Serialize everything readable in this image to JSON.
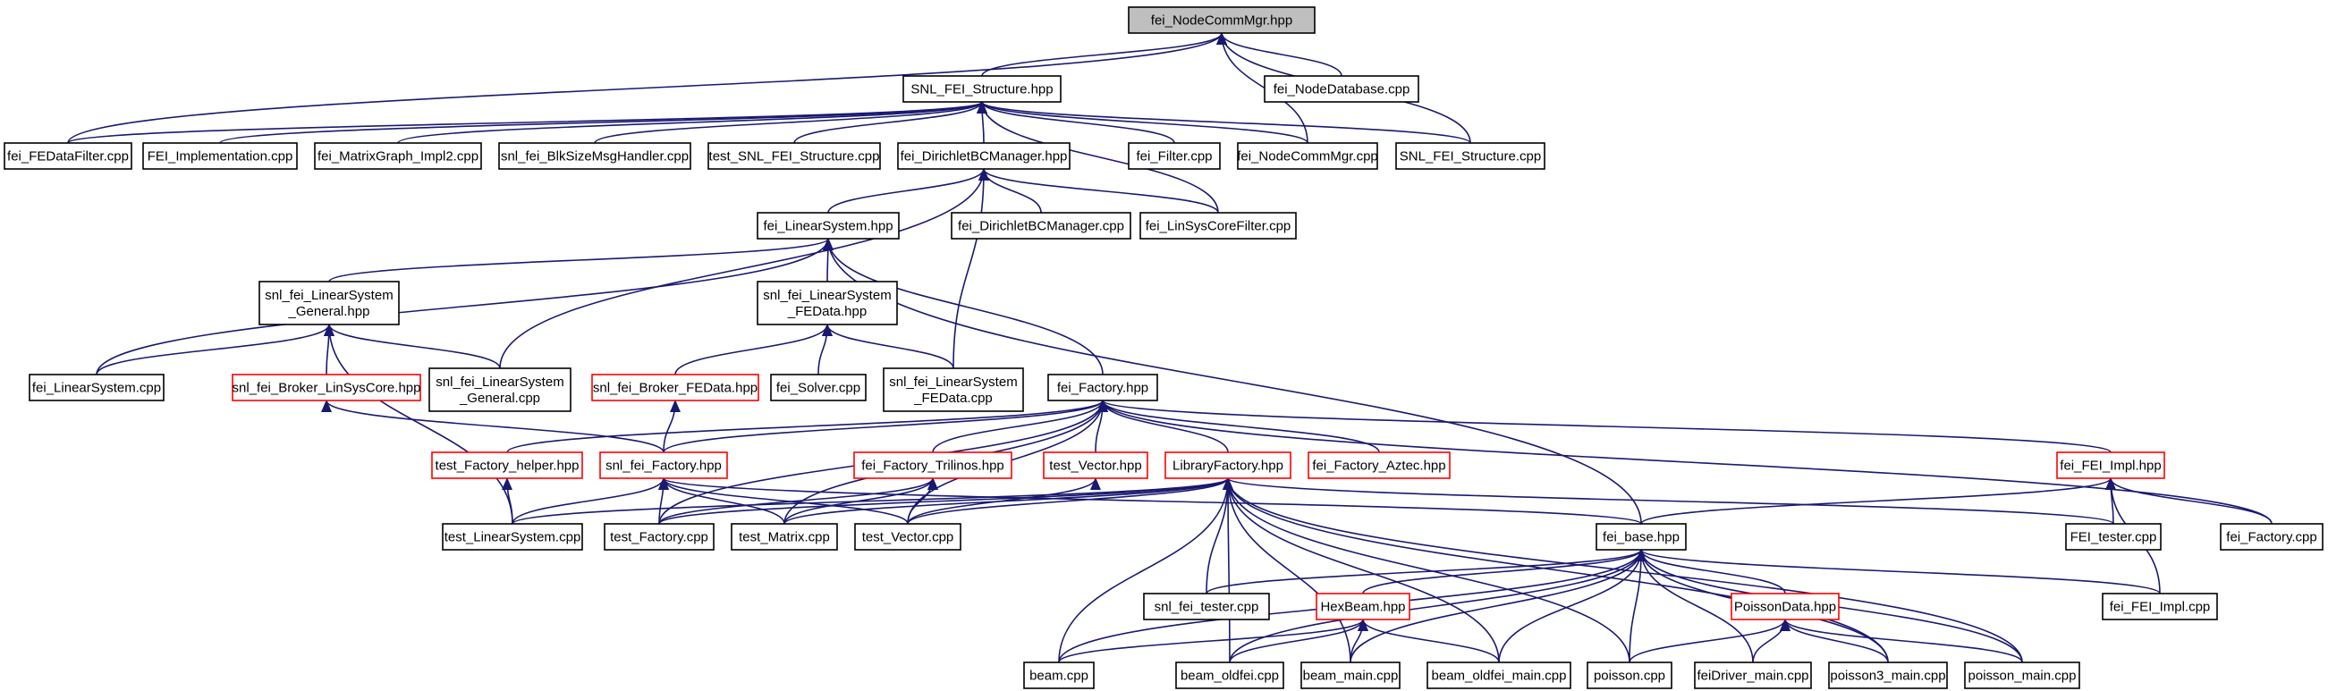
{
  "colors": {
    "edge": "#191970",
    "root_fill": "#bfbfbf",
    "node_border": "#000000",
    "incomplete_node_border": "#ff0000",
    "background": "#ffffff"
  },
  "nodes": [
    {
      "id": "n_root",
      "lines": [
        "fei_NodeCommMgr.hpp"
      ],
      "root": true
    },
    {
      "id": "n_snl_structure_hpp",
      "lines": [
        "SNL_FEI_Structure.hpp"
      ]
    },
    {
      "id": "n_nodedatabase_cpp",
      "lines": [
        "fei_NodeDatabase.cpp"
      ]
    },
    {
      "id": "n_fedatafilter_cpp",
      "lines": [
        "fei_FEDataFilter.cpp"
      ]
    },
    {
      "id": "n_implementation_cpp",
      "lines": [
        "FEI_Implementation.cpp"
      ]
    },
    {
      "id": "n_matrixgraph_impl2_cpp",
      "lines": [
        "fei_MatrixGraph_Impl2.cpp"
      ]
    },
    {
      "id": "n_blksizemsghandler_cpp",
      "lines": [
        "snl_fei_BlkSizeMsgHandler.cpp"
      ]
    },
    {
      "id": "n_test_snl_structure_cpp",
      "lines": [
        "test_SNL_FEI_Structure.cpp"
      ]
    },
    {
      "id": "n_dirichletbcmanager_hpp",
      "lines": [
        "fei_DirichletBCManager.hpp"
      ]
    },
    {
      "id": "n_filter_cpp",
      "lines": [
        "fei_Filter.cpp"
      ]
    },
    {
      "id": "n_nodecommmgr_cpp",
      "lines": [
        "fei_NodeCommMgr.cpp"
      ]
    },
    {
      "id": "n_snl_structure_cpp",
      "lines": [
        "SNL_FEI_Structure.cpp"
      ]
    },
    {
      "id": "n_linearsystem_hpp",
      "lines": [
        "fei_LinearSystem.hpp"
      ]
    },
    {
      "id": "n_dirichletbcmanager_cpp",
      "lines": [
        "fei_DirichletBCManager.cpp"
      ]
    },
    {
      "id": "n_linsyscorefilter_cpp",
      "lines": [
        "fei_LinSysCoreFilter.cpp"
      ]
    },
    {
      "id": "n_snl_ls_general_hpp",
      "lines": [
        "snl_fei_LinearSystem",
        "_General.hpp"
      ]
    },
    {
      "id": "n_snl_ls_fedata_hpp",
      "lines": [
        "snl_fei_LinearSystem",
        "_FEData.hpp"
      ]
    },
    {
      "id": "n_linearsystem_cpp",
      "lines": [
        "fei_LinearSystem.cpp"
      ]
    },
    {
      "id": "n_broker_linsyscore_hpp",
      "lines": [
        "snl_fei_Broker_LinSysCore.hpp"
      ],
      "red": true
    },
    {
      "id": "n_snl_ls_general_cpp",
      "lines": [
        "snl_fei_LinearSystem",
        "_General.cpp"
      ]
    },
    {
      "id": "n_broker_fedata_hpp",
      "lines": [
        "snl_fei_Broker_FEData.hpp"
      ],
      "red": true
    },
    {
      "id": "n_solver_cpp",
      "lines": [
        "fei_Solver.cpp"
      ]
    },
    {
      "id": "n_snl_ls_fedata_cpp",
      "lines": [
        "snl_fei_LinearSystem",
        "_FEData.cpp"
      ]
    },
    {
      "id": "n_factory_hpp",
      "lines": [
        "fei_Factory.hpp"
      ]
    },
    {
      "id": "n_test_factory_helper_hpp",
      "lines": [
        "test_Factory_helper.hpp"
      ],
      "red": true
    },
    {
      "id": "n_snl_factory_hpp",
      "lines": [
        "snl_fei_Factory.hpp"
      ],
      "red": true
    },
    {
      "id": "n_factory_trilinos_hpp",
      "lines": [
        "fei_Factory_Trilinos.hpp"
      ],
      "red": true
    },
    {
      "id": "n_test_vector_hpp",
      "lines": [
        "test_Vector.hpp"
      ],
      "red": true
    },
    {
      "id": "n_libraryfactory_hpp",
      "lines": [
        "LibraryFactory.hpp"
      ],
      "red": true
    },
    {
      "id": "n_factory_aztec_hpp",
      "lines": [
        "fei_Factory_Aztec.hpp"
      ],
      "red": true
    },
    {
      "id": "n_fei_impl_hpp",
      "lines": [
        "fei_FEI_Impl.hpp"
      ],
      "red": true
    },
    {
      "id": "n_test_linearsystem_cpp",
      "lines": [
        "test_LinearSystem.cpp"
      ]
    },
    {
      "id": "n_test_factory_cpp",
      "lines": [
        "test_Factory.cpp"
      ]
    },
    {
      "id": "n_test_matrix_cpp",
      "lines": [
        "test_Matrix.cpp"
      ]
    },
    {
      "id": "n_test_vector_cpp",
      "lines": [
        "test_Vector.cpp"
      ]
    },
    {
      "id": "n_fei_base_hpp",
      "lines": [
        "fei_base.hpp"
      ]
    },
    {
      "id": "n_fei_tester_cpp",
      "lines": [
        "FEI_tester.cpp"
      ]
    },
    {
      "id": "n_fei_factory_cpp",
      "lines": [
        "fei_Factory.cpp"
      ]
    },
    {
      "id": "n_snl_fei_tester_cpp",
      "lines": [
        "snl_fei_tester.cpp"
      ]
    },
    {
      "id": "n_hexbeam_hpp",
      "lines": [
        "HexBeam.hpp"
      ],
      "red": true
    },
    {
      "id": "n_poissondata_hpp",
      "lines": [
        "PoissonData.hpp"
      ],
      "red": true
    },
    {
      "id": "n_fei_fei_impl_cpp",
      "lines": [
        "fei_FEI_Impl.cpp"
      ]
    },
    {
      "id": "n_beam_cpp",
      "lines": [
        "beam.cpp"
      ]
    },
    {
      "id": "n_beam_oldfei_cpp",
      "lines": [
        "beam_oldfei.cpp"
      ]
    },
    {
      "id": "n_beam_main_cpp",
      "lines": [
        "beam_main.cpp"
      ]
    },
    {
      "id": "n_beam_oldfei_main_cpp",
      "lines": [
        "beam_oldfei_main.cpp"
      ]
    },
    {
      "id": "n_poisson_cpp",
      "lines": [
        "poisson.cpp"
      ]
    },
    {
      "id": "n_feidriver_main_cpp",
      "lines": [
        "feiDriver_main.cpp"
      ]
    },
    {
      "id": "n_poisson3_main_cpp",
      "lines": [
        "poisson3_main.cpp"
      ]
    },
    {
      "id": "n_poisson_main_cpp",
      "lines": [
        "poisson_main.cpp"
      ]
    }
  ],
  "edges": [
    [
      "n_snl_structure_hpp",
      "n_root"
    ],
    [
      "n_nodedatabase_cpp",
      "n_root"
    ],
    [
      "n_fedatafilter_cpp",
      "n_root"
    ],
    [
      "n_nodecommmgr_cpp",
      "n_root"
    ],
    [
      "n_snl_structure_cpp",
      "n_root"
    ],
    [
      "n_fedatafilter_cpp",
      "n_snl_structure_hpp"
    ],
    [
      "n_implementation_cpp",
      "n_snl_structure_hpp"
    ],
    [
      "n_matrixgraph_impl2_cpp",
      "n_snl_structure_hpp"
    ],
    [
      "n_blksizemsghandler_cpp",
      "n_snl_structure_hpp"
    ],
    [
      "n_test_snl_structure_cpp",
      "n_snl_structure_hpp"
    ],
    [
      "n_dirichletbcmanager_hpp",
      "n_snl_structure_hpp"
    ],
    [
      "n_filter_cpp",
      "n_snl_structure_hpp"
    ],
    [
      "n_nodecommmgr_cpp",
      "n_snl_structure_hpp"
    ],
    [
      "n_snl_structure_cpp",
      "n_snl_structure_hpp"
    ],
    [
      "n_linsyscorefilter_cpp",
      "n_snl_structure_hpp"
    ],
    [
      "n_linearsystem_hpp",
      "n_dirichletbcmanager_hpp"
    ],
    [
      "n_dirichletbcmanager_cpp",
      "n_dirichletbcmanager_hpp"
    ],
    [
      "n_linsyscorefilter_cpp",
      "n_dirichletbcmanager_hpp"
    ],
    [
      "n_snl_ls_general_cpp",
      "n_dirichletbcmanager_hpp"
    ],
    [
      "n_snl_ls_fedata_cpp",
      "n_dirichletbcmanager_hpp"
    ],
    [
      "n_snl_ls_general_hpp",
      "n_linearsystem_hpp"
    ],
    [
      "n_snl_ls_fedata_hpp",
      "n_linearsystem_hpp"
    ],
    [
      "n_linearsystem_cpp",
      "n_linearsystem_hpp"
    ],
    [
      "n_factory_hpp",
      "n_linearsystem_hpp"
    ],
    [
      "n_fei_base_hpp",
      "n_linearsystem_hpp"
    ],
    [
      "n_linearsystem_cpp",
      "n_snl_ls_general_hpp"
    ],
    [
      "n_broker_linsyscore_hpp",
      "n_snl_ls_general_hpp"
    ],
    [
      "n_snl_ls_general_cpp",
      "n_snl_ls_general_hpp"
    ],
    [
      "n_test_linearsystem_cpp",
      "n_snl_ls_general_hpp"
    ],
    [
      "n_broker_fedata_hpp",
      "n_snl_ls_fedata_hpp"
    ],
    [
      "n_solver_cpp",
      "n_snl_ls_fedata_hpp"
    ],
    [
      "n_snl_ls_fedata_cpp",
      "n_snl_ls_fedata_hpp"
    ],
    [
      "n_snl_factory_hpp",
      "n_broker_linsyscore_hpp"
    ],
    [
      "n_snl_factory_hpp",
      "n_broker_fedata_hpp"
    ],
    [
      "n_test_factory_helper_hpp",
      "n_factory_hpp"
    ],
    [
      "n_snl_factory_hpp",
      "n_factory_hpp"
    ],
    [
      "n_factory_trilinos_hpp",
      "n_factory_hpp"
    ],
    [
      "n_test_vector_hpp",
      "n_factory_hpp"
    ],
    [
      "n_libraryfactory_hpp",
      "n_factory_hpp"
    ],
    [
      "n_factory_aztec_hpp",
      "n_factory_hpp"
    ],
    [
      "n_fei_impl_hpp",
      "n_factory_hpp"
    ],
    [
      "n_fei_factory_cpp",
      "n_factory_hpp"
    ],
    [
      "n_test_factory_cpp",
      "n_factory_hpp"
    ],
    [
      "n_test_matrix_cpp",
      "n_factory_hpp"
    ],
    [
      "n_test_vector_cpp",
      "n_factory_hpp"
    ],
    [
      "n_test_linearsystem_cpp",
      "n_test_factory_helper_hpp"
    ],
    [
      "n_test_linearsystem_cpp",
      "n_snl_factory_hpp"
    ],
    [
      "n_test_factory_cpp",
      "n_snl_factory_hpp"
    ],
    [
      "n_test_matrix_cpp",
      "n_snl_factory_hpp"
    ],
    [
      "n_test_vector_cpp",
      "n_snl_factory_hpp"
    ],
    [
      "n_fei_base_hpp",
      "n_snl_factory_hpp"
    ],
    [
      "n_test_factory_cpp",
      "n_factory_trilinos_hpp"
    ],
    [
      "n_test_matrix_cpp",
      "n_factory_trilinos_hpp"
    ],
    [
      "n_test_vector_cpp",
      "n_factory_trilinos_hpp"
    ],
    [
      "n_test_vector_cpp",
      "n_test_vector_hpp"
    ],
    [
      "n_test_linearsystem_cpp",
      "n_libraryfactory_hpp"
    ],
    [
      "n_test_factory_cpp",
      "n_libraryfactory_hpp"
    ],
    [
      "n_test_matrix_cpp",
      "n_libraryfactory_hpp"
    ],
    [
      "n_test_vector_cpp",
      "n_libraryfactory_hpp"
    ],
    [
      "n_fei_tester_cpp",
      "n_libraryfactory_hpp"
    ],
    [
      "n_snl_fei_tester_cpp",
      "n_libraryfactory_hpp"
    ],
    [
      "n_beam_cpp",
      "n_libraryfactory_hpp"
    ],
    [
      "n_beam_oldfei_cpp",
      "n_libraryfactory_hpp"
    ],
    [
      "n_beam_main_cpp",
      "n_libraryfactory_hpp"
    ],
    [
      "n_beam_oldfei_main_cpp",
      "n_libraryfactory_hpp"
    ],
    [
      "n_poisson_cpp",
      "n_libraryfactory_hpp"
    ],
    [
      "n_poisson3_main_cpp",
      "n_libraryfactory_hpp"
    ],
    [
      "n_poisson_main_cpp",
      "n_libraryfactory_hpp"
    ],
    [
      "n_fei_base_hpp",
      "n_fei_impl_hpp"
    ],
    [
      "n_fei_tester_cpp",
      "n_fei_impl_hpp"
    ],
    [
      "n_fei_factory_cpp",
      "n_fei_impl_hpp"
    ],
    [
      "n_fei_fei_impl_cpp",
      "n_fei_impl_hpp"
    ],
    [
      "n_snl_fei_tester_cpp",
      "n_fei_base_hpp"
    ],
    [
      "n_hexbeam_hpp",
      "n_fei_base_hpp"
    ],
    [
      "n_poissondata_hpp",
      "n_fei_base_hpp"
    ],
    [
      "n_fei_fei_impl_cpp",
      "n_fei_base_hpp"
    ],
    [
      "n_beam_cpp",
      "n_fei_base_hpp"
    ],
    [
      "n_beam_oldfei_cpp",
      "n_fei_base_hpp"
    ],
    [
      "n_beam_main_cpp",
      "n_fei_base_hpp"
    ],
    [
      "n_beam_oldfei_main_cpp",
      "n_fei_base_hpp"
    ],
    [
      "n_poisson_cpp",
      "n_fei_base_hpp"
    ],
    [
      "n_feidriver_main_cpp",
      "n_fei_base_hpp"
    ],
    [
      "n_poisson3_main_cpp",
      "n_fei_base_hpp"
    ],
    [
      "n_poisson_main_cpp",
      "n_fei_base_hpp"
    ],
    [
      "n_beam_cpp",
      "n_hexbeam_hpp"
    ],
    [
      "n_beam_oldfei_cpp",
      "n_hexbeam_hpp"
    ],
    [
      "n_beam_main_cpp",
      "n_hexbeam_hpp"
    ],
    [
      "n_beam_oldfei_main_cpp",
      "n_hexbeam_hpp"
    ],
    [
      "n_poisson_cpp",
      "n_poissondata_hpp"
    ],
    [
      "n_feidriver_main_cpp",
      "n_poissondata_hpp"
    ],
    [
      "n_poisson3_main_cpp",
      "n_poissondata_hpp"
    ],
    [
      "n_poisson_main_cpp",
      "n_poissondata_hpp"
    ]
  ]
}
